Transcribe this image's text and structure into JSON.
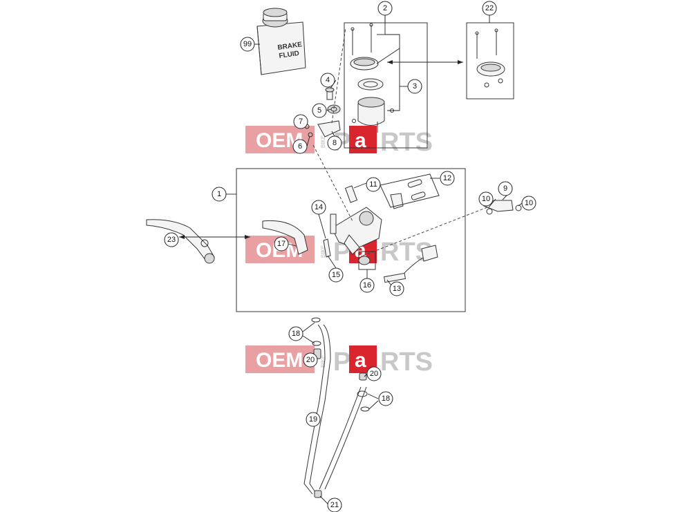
{
  "diagram": {
    "fluid_can_label": [
      "BRAKE",
      "FLUID"
    ],
    "callouts": [
      "1",
      "2",
      "3",
      "4",
      "5",
      "6",
      "7",
      "8",
      "9",
      "10",
      "10",
      "11",
      "12",
      "13",
      "14",
      "15",
      "16",
      "17",
      "18",
      "18",
      "19",
      "20",
      "20",
      "21",
      "22",
      "23",
      "99"
    ],
    "watermark": {
      "oem": "OEM",
      "a": "a",
      "rts": "RTS",
      "p": "P",
      "bike": "BIKE"
    }
  }
}
